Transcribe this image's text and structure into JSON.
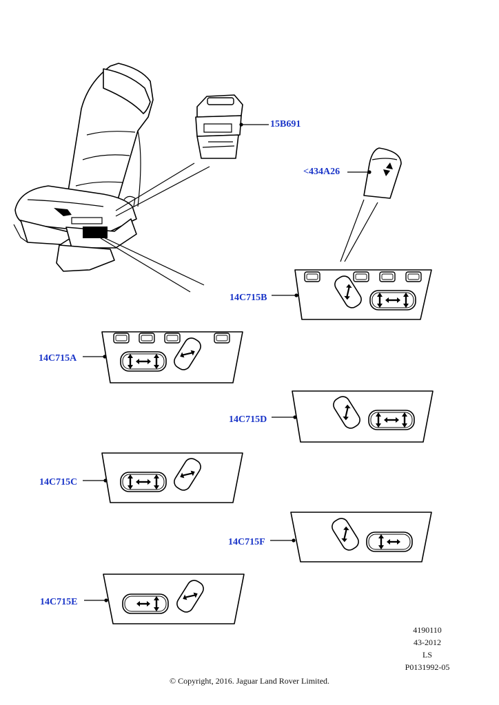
{
  "callouts": [
    {
      "id": "15B691",
      "label": "15B691"
    },
    {
      "id": "434A26",
      "label": "<434A26"
    },
    {
      "id": "14C715B",
      "label": "14C715B"
    },
    {
      "id": "14C715A",
      "label": "14C715A"
    },
    {
      "id": "14C715D",
      "label": "14C715D"
    },
    {
      "id": "14C715C",
      "label": "14C715C"
    },
    {
      "id": "14C715F",
      "label": "14C715F"
    },
    {
      "id": "14C715E",
      "label": "14C715E"
    }
  ],
  "meta": {
    "code": "4190110",
    "date": "43-2012",
    "initials": "LS",
    "ref": "P0131992-05"
  },
  "copyright": "© Copyright, 2016. Jaguar Land Rover Limited.",
  "colors": {
    "label": "#1a35c8",
    "line": "#000000",
    "background": "#ffffff"
  }
}
